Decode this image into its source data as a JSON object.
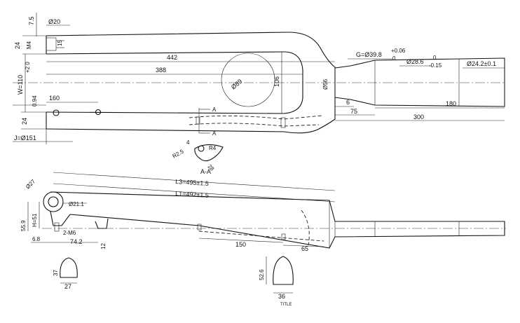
{
  "drawing": {
    "top_view": {
      "dims": {
        "d20": "Ø20",
        "d7_5": "7.5",
        "d24_top": "24",
        "m4": "M4",
        "d15": "15",
        "d442": "442",
        "d388": "388",
        "d89": "Ø89",
        "d106": "106",
        "w110": "W=110",
        "w110_tol": "+2 0",
        "d0_94": "0.94",
        "d160": "160",
        "d24_bot": "24",
        "j151": "J=Ø151",
        "d56": "Ø56",
        "g_prefix": "G=Ø39.8",
        "g_tol_upper": "+0.06",
        "g_tol_lower": "0",
        "d28_6": "Ø28.6",
        "d28_6_tol_upper": "0",
        "d28_6_tol_lower": "-0.15",
        "d24_2": "Ø24.2±0.1",
        "d6": "6",
        "d75": "75",
        "d180": "180",
        "d300": "300",
        "sec_a": "A"
      }
    },
    "section_aa": {
      "d4": "4",
      "r4": "R4",
      "r2_5": "R2.5",
      "d28": "28",
      "label": "A-A"
    },
    "side_view": {
      "dims": {
        "d27": "Ø27",
        "l3": "L3=495±1.5",
        "l1": "L1=492±1.5",
        "d21_1": "Ø21.1",
        "d55_9": "55.9",
        "h51": "H=51",
        "m6": "2-M6",
        "d6_8": "6.8",
        "d74_2": "74.2",
        "d12": "12",
        "d150": "150",
        "d65": "65"
      }
    },
    "profiles": {
      "p1_height": "37",
      "p1_width": "27",
      "p2_height": "52.6",
      "p2_width": "36",
      "p2_note": "TITLE"
    }
  }
}
